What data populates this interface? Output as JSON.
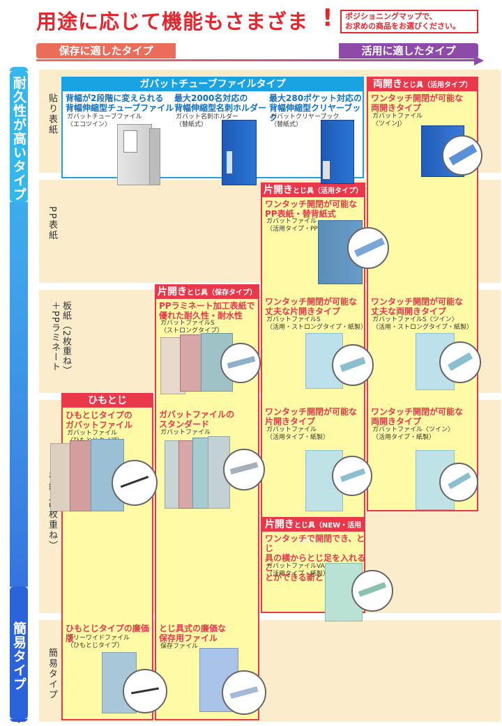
{
  "header": {
    "title": "用途に応じて機能もさまざま",
    "title_excl": "!",
    "note_line1": "ポジショニングマップで、",
    "note_line2": "お求めの商品をお選びください。"
  },
  "axis": {
    "left_label": "保存に適したタイプ",
    "right_label": "活用に適したタイプ"
  },
  "vertical_axis": {
    "top_label": "耐久性が高いタイプ",
    "bottom_label": "簡易タイプ"
  },
  "rows": {
    "r1": "貼り表紙",
    "r2": "PP表紙",
    "r3": "板紙（2枚重ね）＋PPラミネート",
    "r4": "板紙（2枚重ね）",
    "r5": "簡易タイプ"
  },
  "tube": {
    "head": "ガバットチューブファイルタイプ",
    "p1_cap1": "背幅が2段階に変えられる",
    "p1_cap2": "背幅伸縮型チューブファイル",
    "p1_sub1": "ガバットチューブファイル",
    "p1_sub2": "〈エコツイン〉",
    "p2_cap1": "最大2000名対応の",
    "p2_cap2": "背幅伸縮型名刺ホルダー",
    "p2_sub1": "ガバット名刺ホルダー",
    "p2_sub2": "（替紙式）",
    "p3_cap1": "最大280ポケット対応の",
    "p3_cap2": "背幅伸縮型クリヤーブック",
    "p3_sub1": "ガバットクリヤーブック",
    "p3_sub2": "（替紙式）"
  },
  "ryobiraki": {
    "head_main": "両開き",
    "head_sub": "とじ具（活用タイプ）",
    "cap1": "ワンタッチ開閉が可能な",
    "cap2": "両開きタイプ",
    "sub1": "ガバットファイル",
    "sub2": "〈ツインJ〉"
  },
  "katabiraki_pp": {
    "head_main": "片開き",
    "head_sub": "とじ具（活用タイプ）",
    "cap1": "ワンタッチ開閉が可能な",
    "cap2": "PP表紙・替背紙式",
    "sub1": "ガバットファイル",
    "sub2": "（活用タイプ・PP製）"
  },
  "hozon": {
    "head_main": "片開き",
    "head_sub": "とじ具（保存タイプ）",
    "cap1": "PPラミネート加工表紙で",
    "cap2": "優れた耐久性・耐水性",
    "sub1": "ガバットファイルS",
    "sub2": "（ストロングタイプ）",
    "std_cap1": "ガバットファイルの",
    "std_cap2": "スタンダード",
    "std_sub": "ガバットファイル",
    "cheap_cap1": "とじ具式の廉価な",
    "cheap_cap2": "保存用ファイル",
    "cheap_sub": "保存ファイル"
  },
  "katsuyo_strong_kata": {
    "cap1": "ワンタッチ開閉が可能な",
    "cap2": "丈夫な片開きタイプ",
    "sub1": "ガバットファイルS",
    "sub2": "（活用・ストロングタイプ・紙製）"
  },
  "katsuyo_strong_ryo": {
    "cap1": "ワンタッチ開閉が可能な",
    "cap2": "丈夫な両開きタイプ",
    "sub1": "ガバットファイルS〈ツイン〉",
    "sub2": "（活用・ストロングタイプ・紙製）"
  },
  "katsuyo_kata": {
    "cap1": "ワンタッチ開閉が可能な",
    "cap2": "片開きタイプ",
    "sub1": "ガバットファイル",
    "sub2": "（活用タイプ・紙製）"
  },
  "katsuyo_ryo": {
    "cap1": "ワンタッチ開閉が可能な",
    "cap2": "両開きタイプ",
    "sub1": "ガバットファイル〈ツイン〉",
    "sub2": "（活用タイプ・紙製）"
  },
  "himotoji": {
    "head": "ひもとじ",
    "cap1": "ひもとじタイプの",
    "cap2": "ガバットファイル",
    "sub1": "ガバットファイル",
    "sub2": "（ひもとじタイプ）",
    "cheap_cap": "ひもとじタイプの廉価版",
    "cheap_sub1": "フリーワイドファイル",
    "cheap_sub2": "（ひもとじタイプ）"
  },
  "newva": {
    "head_main": "片開き",
    "head_sub": "とじ具（NEW・活用タイプ）",
    "cap1": "ワンタッチで開閉でき、とじ",
    "cap2": "具の横からとじ足を入れるこ",
    "cap3": "とができる新とじ具",
    "sub1": "ガバットファイルVA",
    "sub2": "（活用タイプ・紙製）"
  },
  "colors": {
    "red": "#e8384a",
    "blue": "#19a3e2",
    "yellow": "#fffaa6",
    "band": "#fbeccc"
  }
}
